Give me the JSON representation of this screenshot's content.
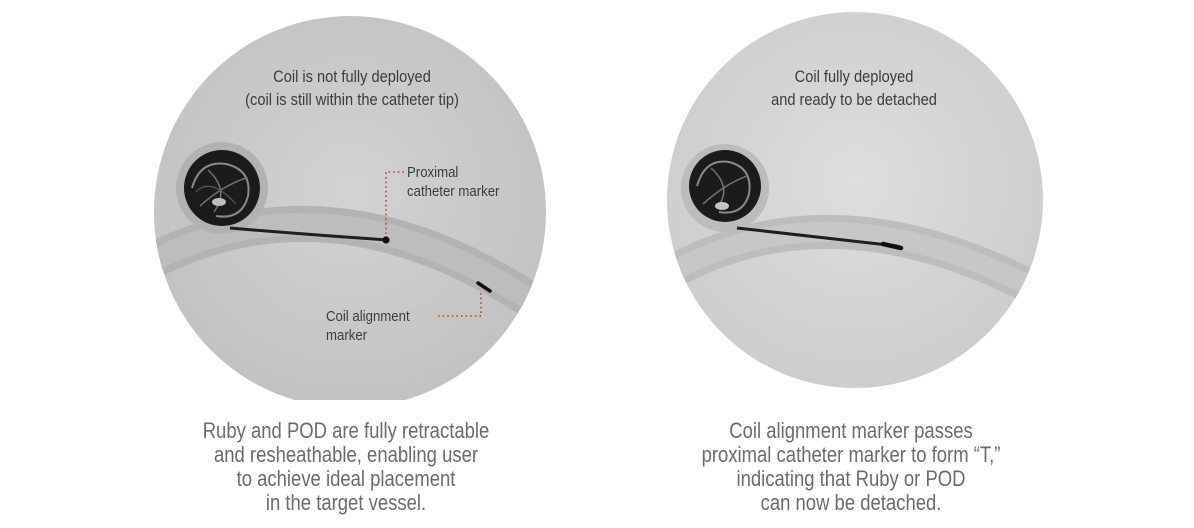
{
  "left_panel": {
    "headline": [
      "Coil is not fully deployed",
      "(coil is still within the catheter tip)"
    ],
    "callouts": {
      "proximal_marker": [
        "Proximal",
        "catheter marker"
      ],
      "coil_alignment_marker": [
        "Coil alignment",
        "marker"
      ]
    },
    "caption": [
      "Ruby and POD are fully retractable",
      "and resheathable, enabling user",
      "to achieve ideal placement",
      "in the target vessel."
    ]
  },
  "right_panel": {
    "headline": [
      "Coil fully deployed",
      "and ready to be detached"
    ],
    "caption": [
      "Coil alignment marker passes",
      "proximal catheter marker to form “T,”",
      "indicating that Ruby or POD",
      "can now be detached."
    ]
  },
  "colors": {
    "xray_background": "#c9c9c9",
    "vessel": "#b4b4b4",
    "coil": "#1a1a1a",
    "leader_line": "#d23a2a",
    "caption_text": "#6b6b6b",
    "label_text": "#3c3c3c"
  }
}
